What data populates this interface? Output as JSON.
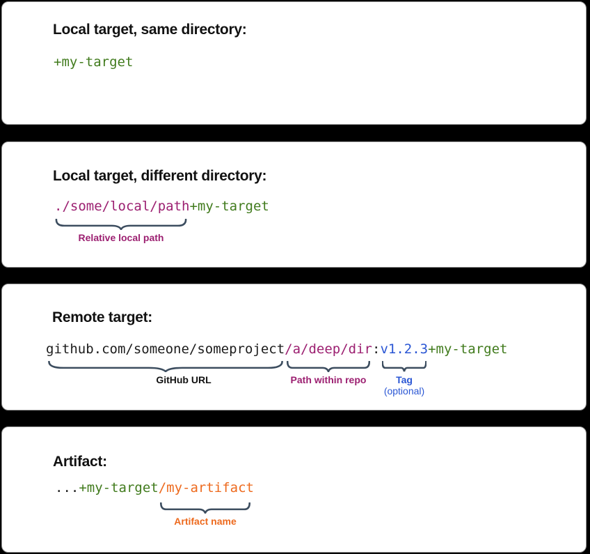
{
  "background": "#000000",
  "card_style": {
    "bg": "#ffffff",
    "border": "#9b9b9b"
  },
  "colors": {
    "heading": "#111111",
    "dark": "#1c1c1c",
    "green": "#417b1d",
    "purple": "#9c2071",
    "blue": "#2a56d4",
    "orange": "#ed6a1e",
    "brace": "#3c4d5f"
  },
  "panels": [
    {
      "title": "Local target, same directory:",
      "code": [
        {
          "text": "+my-target",
          "color": "green"
        }
      ],
      "annotations": []
    },
    {
      "title": "Local target, different directory:",
      "code": [
        {
          "text": "./some/local/path",
          "color": "purple"
        },
        {
          "text": "+my-target",
          "color": "green"
        }
      ],
      "annotations": [
        {
          "label": "Relative local path",
          "color": "purple"
        }
      ]
    },
    {
      "title": "Remote target:",
      "code": [
        {
          "text": "github.com/someone/someproject",
          "color": "dark"
        },
        {
          "text": "/a/deep/dir",
          "color": "purple"
        },
        {
          "text": ":",
          "color": "dark"
        },
        {
          "text": "v1.2.3",
          "color": "blue"
        },
        {
          "text": "+my-target",
          "color": "green"
        }
      ],
      "annotations": [
        {
          "label": "GitHub URL",
          "color": "heading"
        },
        {
          "label": "Path within repo",
          "color": "purple"
        },
        {
          "label": "Tag",
          "sublabel": "(optional)",
          "color": "blue"
        }
      ]
    },
    {
      "title": "Artifact:",
      "code": [
        {
          "text": "...",
          "color": "dark"
        },
        {
          "text": "+my-target",
          "color": "green"
        },
        {
          "text": "/my-artifact",
          "color": "orange"
        }
      ],
      "annotations": [
        {
          "label": "Artifact name",
          "color": "orange"
        }
      ]
    }
  ]
}
